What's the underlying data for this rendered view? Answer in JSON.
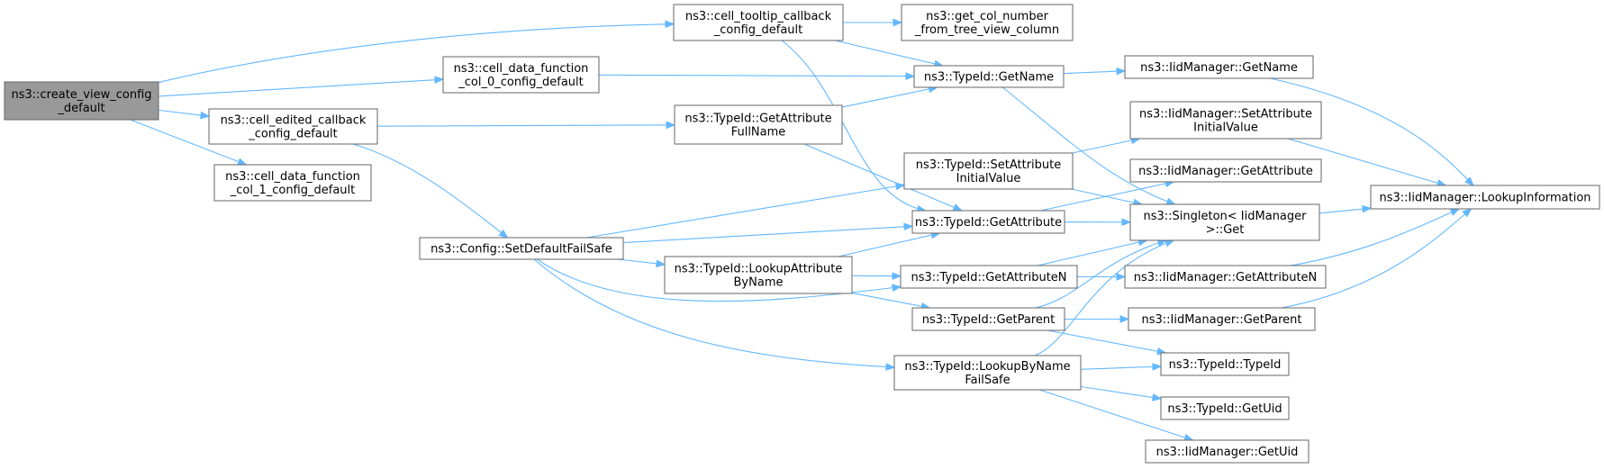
{
  "graph": {
    "nodes": [
      {
        "id": "create_view",
        "lines": [
          "ns3::create_view_config",
          "_default"
        ],
        "root": true
      },
      {
        "id": "tooltip_cb",
        "lines": [
          "ns3::cell_tooltip_callback",
          "_config_default"
        ]
      },
      {
        "id": "data_fn0",
        "lines": [
          "ns3::cell_data_function",
          "_col_0_config_default"
        ]
      },
      {
        "id": "edited_cb",
        "lines": [
          "ns3::cell_edited_callback",
          "_config_default"
        ]
      },
      {
        "id": "data_fn1",
        "lines": [
          "ns3::cell_data_function",
          "_col_1_config_default"
        ]
      },
      {
        "id": "get_col_number",
        "lines": [
          "ns3::get_col_number",
          "_from_tree_view_column"
        ]
      },
      {
        "id": "typeid_getname",
        "lines": [
          "ns3::TypeId::GetName"
        ]
      },
      {
        "id": "typeid_getattrfullname",
        "lines": [
          "ns3::TypeId::GetAttribute",
          "FullName"
        ]
      },
      {
        "id": "config_setdefault",
        "lines": [
          "ns3::Config::SetDefaultFailSafe"
        ]
      },
      {
        "id": "typeid_setattrinit",
        "lines": [
          "ns3::TypeId::SetAttribute",
          "InitialValue"
        ]
      },
      {
        "id": "typeid_getattribute",
        "lines": [
          "ns3::TypeId::GetAttribute"
        ]
      },
      {
        "id": "typeid_lookupattr",
        "lines": [
          "ns3::TypeId::LookupAttribute",
          "ByName"
        ]
      },
      {
        "id": "typeid_getattributen",
        "lines": [
          "ns3::TypeId::GetAttributeN"
        ]
      },
      {
        "id": "typeid_getparent",
        "lines": [
          "ns3::TypeId::GetParent"
        ]
      },
      {
        "id": "typeid_lookupbyname",
        "lines": [
          "ns3::TypeId::LookupByName",
          "FailSafe"
        ]
      },
      {
        "id": "iid_getname",
        "lines": [
          "ns3::IidManager::GetName"
        ]
      },
      {
        "id": "iid_setattrinit",
        "lines": [
          "ns3::IidManager::SetAttribute",
          "InitialValue"
        ]
      },
      {
        "id": "iid_getattribute",
        "lines": [
          "ns3::IidManager::GetAttribute"
        ]
      },
      {
        "id": "singleton_get",
        "lines": [
          "ns3::Singleton< IidManager",
          ">::Get"
        ]
      },
      {
        "id": "iid_getattributen",
        "lines": [
          "ns3::IidManager::GetAttributeN"
        ]
      },
      {
        "id": "iid_getparent",
        "lines": [
          "ns3::IidManager::GetParent"
        ]
      },
      {
        "id": "typeid_typeid",
        "lines": [
          "ns3::TypeId::TypeId"
        ]
      },
      {
        "id": "typeid_getuid",
        "lines": [
          "ns3::TypeId::GetUid"
        ]
      },
      {
        "id": "iid_getuid",
        "lines": [
          "ns3::IidManager::GetUid"
        ]
      },
      {
        "id": "iid_lookupinfo",
        "lines": [
          "ns3::IidManager::LookupInformation"
        ]
      }
    ],
    "edges": [
      {
        "from": "create_view",
        "to": "tooltip_cb"
      },
      {
        "from": "create_view",
        "to": "data_fn0"
      },
      {
        "from": "create_view",
        "to": "edited_cb"
      },
      {
        "from": "create_view",
        "to": "data_fn1"
      },
      {
        "from": "tooltip_cb",
        "to": "get_col_number"
      },
      {
        "from": "tooltip_cb",
        "to": "typeid_getname"
      },
      {
        "from": "tooltip_cb",
        "to": "typeid_getattribute"
      },
      {
        "from": "data_fn0",
        "to": "typeid_getname"
      },
      {
        "from": "edited_cb",
        "to": "typeid_getattrfullname"
      },
      {
        "from": "edited_cb",
        "to": "config_setdefault"
      },
      {
        "from": "typeid_getattrfullname",
        "to": "typeid_getname"
      },
      {
        "from": "typeid_getattrfullname",
        "to": "typeid_getattribute"
      },
      {
        "from": "typeid_getname",
        "to": "iid_getname"
      },
      {
        "from": "typeid_getname",
        "to": "singleton_get"
      },
      {
        "from": "config_setdefault",
        "to": "typeid_setattrinit"
      },
      {
        "from": "config_setdefault",
        "to": "typeid_getattribute"
      },
      {
        "from": "config_setdefault",
        "to": "typeid_lookupattr"
      },
      {
        "from": "config_setdefault",
        "to": "typeid_getattributen"
      },
      {
        "from": "config_setdefault",
        "to": "typeid_lookupbyname"
      },
      {
        "from": "typeid_setattrinit",
        "to": "iid_setattrinit"
      },
      {
        "from": "typeid_setattrinit",
        "to": "singleton_get"
      },
      {
        "from": "typeid_getattribute",
        "to": "iid_getattribute"
      },
      {
        "from": "typeid_getattribute",
        "to": "singleton_get"
      },
      {
        "from": "typeid_lookupattr",
        "to": "typeid_getattribute"
      },
      {
        "from": "typeid_lookupattr",
        "to": "typeid_getattributen"
      },
      {
        "from": "typeid_lookupattr",
        "to": "typeid_getparent"
      },
      {
        "from": "typeid_getattributen",
        "to": "singleton_get"
      },
      {
        "from": "typeid_getattributen",
        "to": "iid_getattributen"
      },
      {
        "from": "typeid_getparent",
        "to": "singleton_get"
      },
      {
        "from": "typeid_getparent",
        "to": "iid_getparent"
      },
      {
        "from": "typeid_getparent",
        "to": "typeid_typeid"
      },
      {
        "from": "typeid_lookupbyname",
        "to": "singleton_get"
      },
      {
        "from": "typeid_lookupbyname",
        "to": "typeid_typeid"
      },
      {
        "from": "typeid_lookupbyname",
        "to": "typeid_getuid"
      },
      {
        "from": "typeid_lookupbyname",
        "to": "iid_getuid"
      },
      {
        "from": "iid_getname",
        "to": "iid_lookupinfo"
      },
      {
        "from": "iid_setattrinit",
        "to": "iid_lookupinfo"
      },
      {
        "from": "singleton_get",
        "to": "iid_lookupinfo"
      },
      {
        "from": "iid_getattributen",
        "to": "iid_lookupinfo"
      },
      {
        "from": "iid_getparent",
        "to": "iid_lookupinfo"
      }
    ]
  }
}
